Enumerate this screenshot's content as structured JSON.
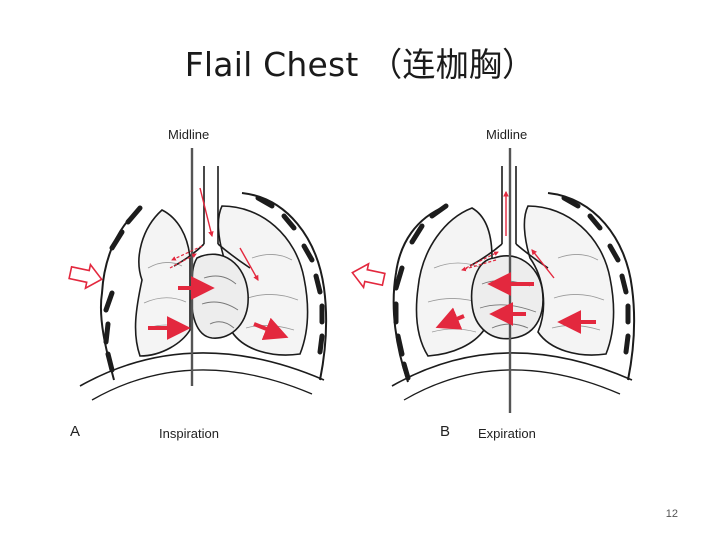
{
  "slide": {
    "title": "Flail Chest （连枷胸）",
    "page_number": "12"
  },
  "figure": {
    "panels": [
      {
        "letter": "A",
        "phase_label": "Inspiration",
        "midline_label": "Midline"
      },
      {
        "letter": "B",
        "phase_label": "Expiration",
        "midline_label": "Midline"
      }
    ],
    "colors": {
      "arrow": "#e3283e",
      "line": "#1c1c1c",
      "midline": "#555555"
    }
  }
}
